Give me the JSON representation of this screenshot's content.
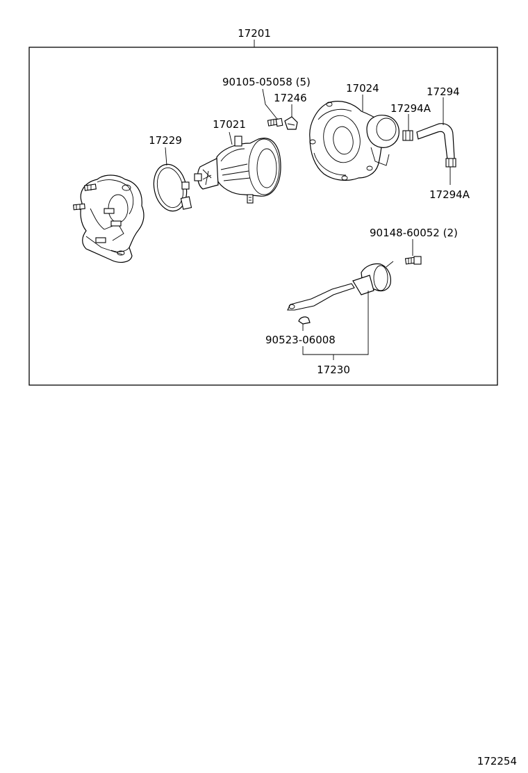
{
  "diagram": {
    "assembly_number": "17201",
    "figure_number": "172254",
    "labels": {
      "bolt_top": "90105-05058 (5)",
      "plate": "17246",
      "housing": "17024",
      "hose": "17294",
      "clip_upper": "17294A",
      "clip_lower": "17294A",
      "center_cartridge": "17021",
      "clamp": "17229",
      "bolt_actuator": "90148-60052 (2)",
      "clip_actuator": "90523-06008",
      "actuator": "17230"
    }
  }
}
